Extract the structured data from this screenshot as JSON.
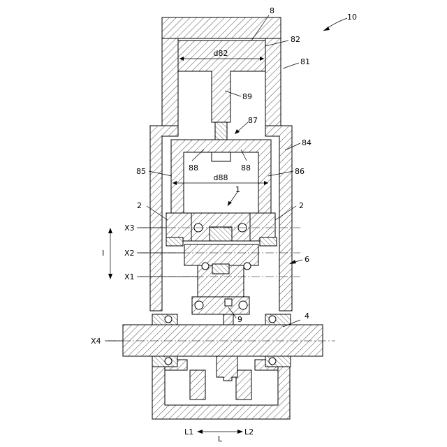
{
  "labels": {
    "ref_10": "10",
    "ref_8": "8",
    "ref_82": "82",
    "ref_81": "81",
    "d82": "d82",
    "ref_89": "89",
    "ref_87": "87",
    "ref_84": "84",
    "ref_88_left": "88",
    "ref_88_right": "88",
    "ref_85": "85",
    "ref_86": "86",
    "d88": "d88",
    "ref_1": "1",
    "ref_2_left": "2",
    "ref_2_right": "2",
    "x3": "X3",
    "x2": "X2",
    "x1": "X1",
    "x4": "X4",
    "ref_i": "I",
    "ref_6": "6",
    "ref_4": "4",
    "ref_9": "9",
    "l1": "L1",
    "l2": "L2",
    "l": "L"
  }
}
